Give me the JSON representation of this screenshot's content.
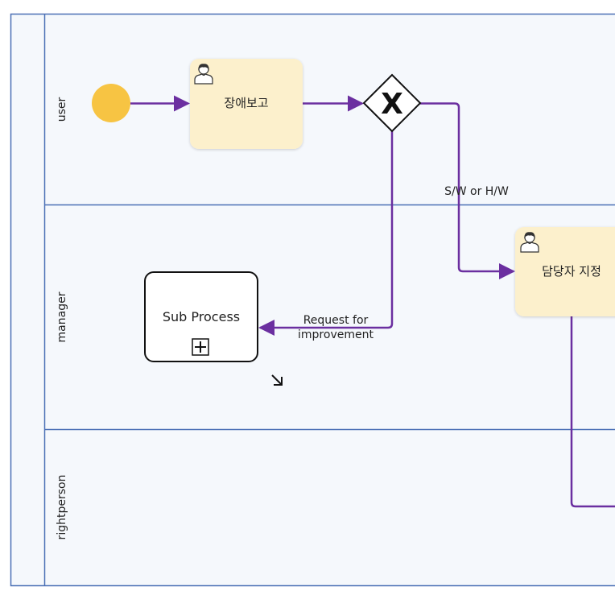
{
  "diagram": {
    "lanes": [
      {
        "id": "user",
        "label": "user"
      },
      {
        "id": "manager",
        "label": "manager"
      },
      {
        "id": "rightperson",
        "label": "rightperson"
      }
    ],
    "tasks": {
      "report": {
        "label": "장애보고",
        "type": "user-task"
      },
      "assign": {
        "label": "담당자 지정",
        "type": "user-task"
      },
      "subprocess": {
        "label": "Sub Process",
        "type": "collapsed-subprocess"
      }
    },
    "gateway": {
      "type": "exclusive",
      "symbol": "X"
    },
    "edge_labels": {
      "sw_hw": "S/W or H/W",
      "request_line1": "Request for",
      "request_line2": "improvement"
    },
    "colors": {
      "lane_border": "#4a6fb5",
      "lane_fill": "#f5f8fc",
      "task_fill": "#fcf0cc",
      "start_event": "#f7c443",
      "edge": "#6b2fa0",
      "gateway_stroke": "#111111"
    },
    "icons": [
      "user-icon",
      "subprocess-plus-icon",
      "resize-arrow-icon"
    ]
  }
}
